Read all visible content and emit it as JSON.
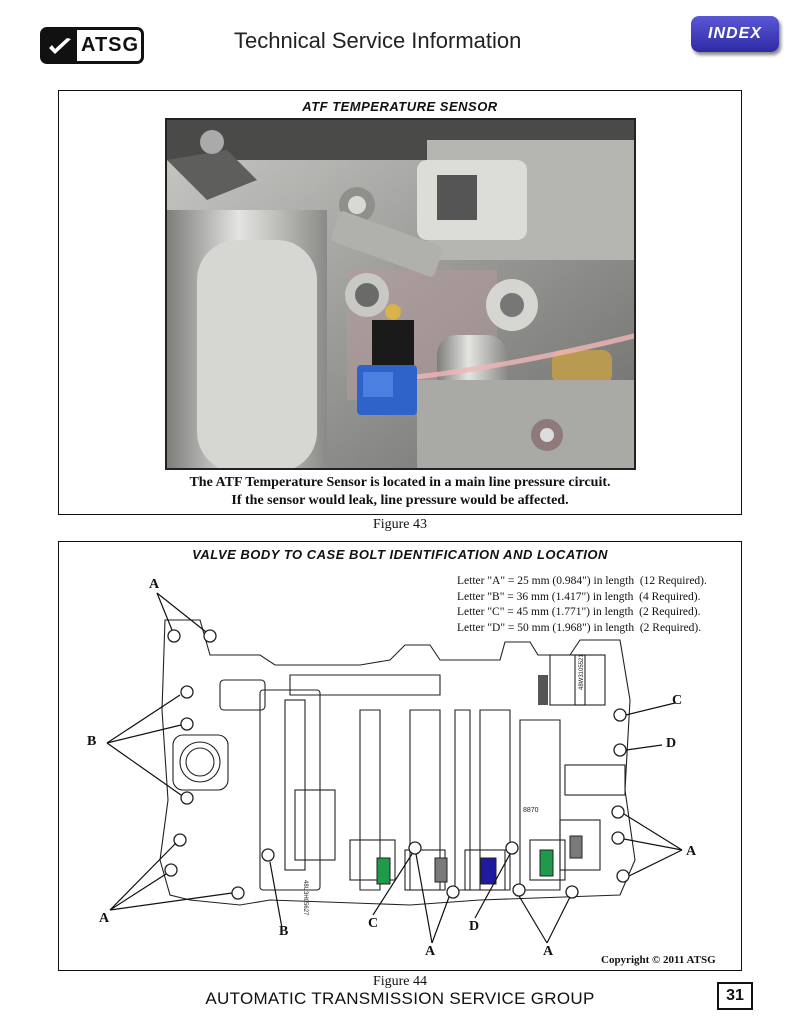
{
  "header": {
    "logo_text": "ATSG",
    "title": "Technical Service Information",
    "index_button": "INDEX"
  },
  "figure43": {
    "title": "ATF TEMPERATURE SENSOR",
    "caption_line1": "The ATF Temperature Sensor is located in a main line pressure circuit.",
    "caption_line2": "If the sensor would leak, line pressure would be affected.",
    "label": "Figure 43"
  },
  "figure44": {
    "title": "VALVE BODY TO CASE BOLT IDENTIFICATION AND LOCATION",
    "legend": [
      "Letter \"A\" = 25 mm (0.984\") in length  (12 Required).",
      "Letter \"B\" = 36 mm (1.417\") in length  (4 Required).",
      "Letter \"C\" = 45 mm (1.771\") in length  (2 Required).",
      "Letter \"D\" = 50 mm (1.968\") in length  (2 Required)."
    ],
    "callouts": {
      "a": "A",
      "b": "B",
      "c": "C",
      "d": "D"
    },
    "part_numbers": [
      "48W3105521",
      "48U3H05627",
      "8870"
    ],
    "copyright": "Copyright © 2011 ATSG",
    "label": "Figure 44"
  },
  "footer": {
    "text": "AUTOMATIC TRANSMISSION SERVICE GROUP",
    "page_number": "31"
  },
  "colors": {
    "index_button": "#3b38c0",
    "sensor_blue": "#2f63c9",
    "green_solenoid": "#1e9a4a",
    "blue_solenoid": "#1f1aa0",
    "gray_solenoid": "#7a7a7a"
  }
}
